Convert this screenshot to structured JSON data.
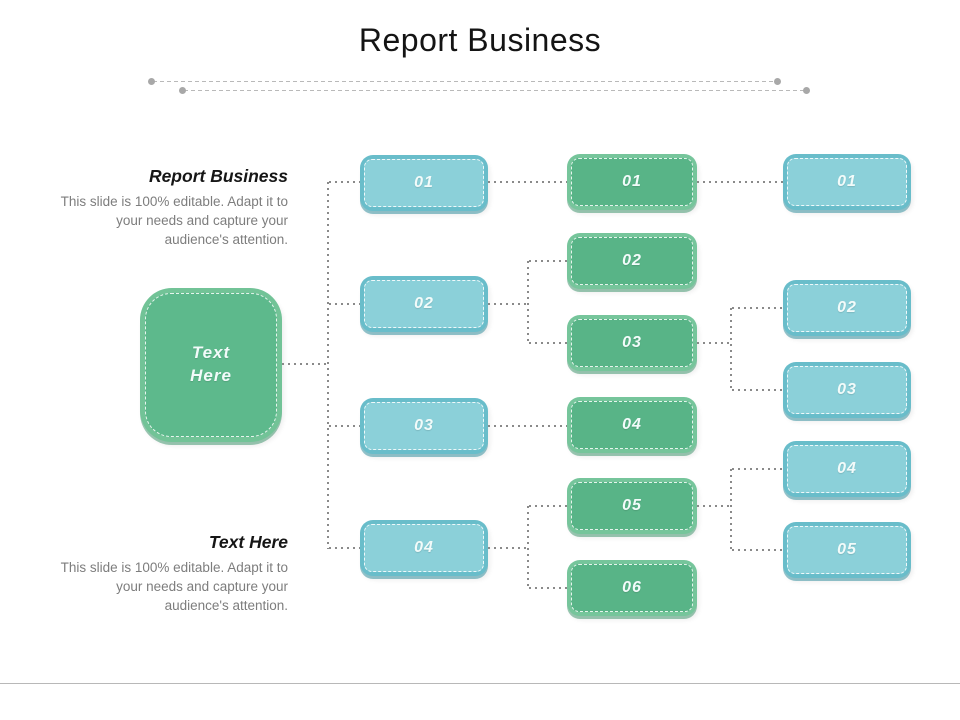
{
  "title": "Report Business",
  "blocks": [
    {
      "heading": "Report Business",
      "body": "This slide is 100% editable. Adapt it to your needs and capture your audience's attention."
    },
    {
      "heading": "Text Here",
      "body": "This slide is 100% editable. Adapt it to your needs and capture your audience's attention."
    }
  ],
  "center_node": {
    "label": "Text Here"
  },
  "columns": [
    {
      "name": "level-1",
      "nodes": [
        {
          "label": "01",
          "color": "teal"
        },
        {
          "label": "02",
          "color": "teal"
        },
        {
          "label": "03",
          "color": "teal"
        },
        {
          "label": "04",
          "color": "teal"
        }
      ]
    },
    {
      "name": "level-2",
      "nodes": [
        {
          "label": "01",
          "color": "green"
        },
        {
          "label": "02",
          "color": "green"
        },
        {
          "label": "03",
          "color": "green"
        },
        {
          "label": "04",
          "color": "green"
        },
        {
          "label": "05",
          "color": "green"
        },
        {
          "label": "06",
          "color": "green"
        }
      ]
    },
    {
      "name": "level-3",
      "nodes": [
        {
          "label": "01",
          "color": "teal"
        },
        {
          "label": "02",
          "color": "teal"
        },
        {
          "label": "03",
          "color": "teal"
        },
        {
          "label": "04",
          "color": "teal"
        },
        {
          "label": "05",
          "color": "teal"
        }
      ]
    }
  ],
  "colors": {
    "teal_fill": "#8bd0d9",
    "teal_rim": "#69bdca",
    "green_fill": "#58b487",
    "green_rim": "#76c59b",
    "connector": "#8a8a8a",
    "body_text": "#7d7d7d"
  }
}
